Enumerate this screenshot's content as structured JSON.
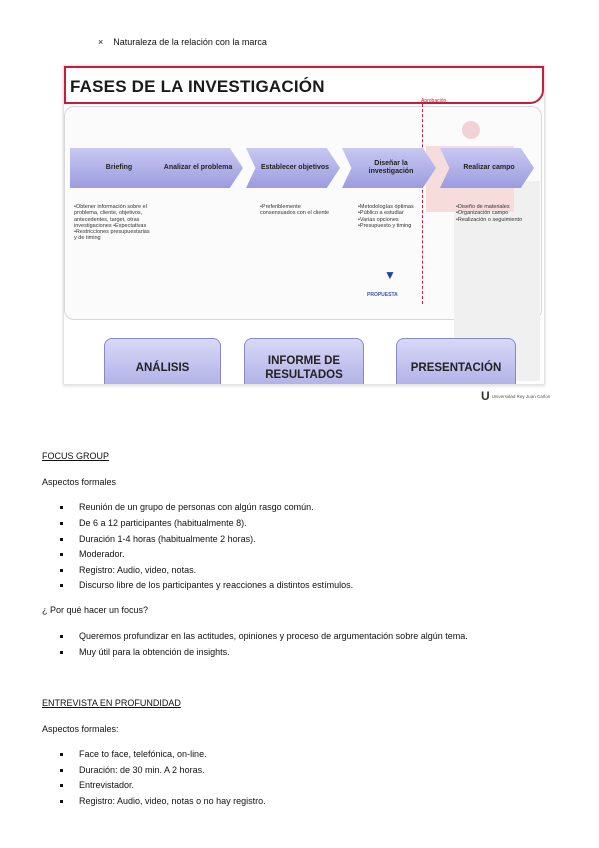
{
  "top_bullet": {
    "mark": "×",
    "text": "Naturaleza de la relación con la marca"
  },
  "slide": {
    "title": "FASES DE LA INVESTIGACIÓN",
    "aprobacion": "Aprobación",
    "phases": [
      {
        "label": "Briefing",
        "text": "•Obtener información sobre el problema, cliente, objetivos, antecedentes, target, otras investigaciones •Expectativas •Restricciones presupuestarias y de timing"
      },
      {
        "label": "Analizar el problema",
        "text": ""
      },
      {
        "label": "Establecer objetivos",
        "text": "•Preferiblemente consensuados con el cliente"
      },
      {
        "label": "Diseñar la investigación",
        "text": "•Metodologías óptimas •Público a estudiar •Varias opciones •Presupuesto y timing"
      },
      {
        "label": "Realizar campo",
        "text": "•Diseño de materiales •Organización campo •Realización o seguimiento"
      }
    ],
    "propuesta": "PROPUESTA",
    "outputs": [
      "ANÁLISIS",
      "INFORME DE RESULTADOS",
      "PRESENTACIÓN"
    ],
    "university": "Universidad Rey Juan Carlos"
  },
  "focus": {
    "heading": "FOCUS GROUP",
    "subheading": "Aspectos formales",
    "items": [
      "Reunión de un grupo de personas con algún rasgo común.",
      "De 6 a 12 participantes (habitualmente 8).",
      "Duración 1-4 horas (habitualmente 2 horas).",
      "Moderador.",
      "Registro: Audio, video, notas.",
      "Discurso libre de los participantes y reacciones a distintos estímulos."
    ],
    "question": "¿ Por qué hacer un focus?",
    "why_items": [
      "Queremos profundizar en las actitudes, opiniones y proceso de argumentación sobre algún tema.",
      "Muy útil para la obtención de insights."
    ]
  },
  "entrevista": {
    "heading": "ENTREVISTA EN PROFUNDIDAD",
    "subheading": "Aspectos formales:",
    "items": [
      "Face to face, telefónica, on-line.",
      "Duración: de 30 min. A 2 horas.",
      "Entrevistador.",
      "Registro: Audio, video, notas o no hay registro."
    ]
  }
}
